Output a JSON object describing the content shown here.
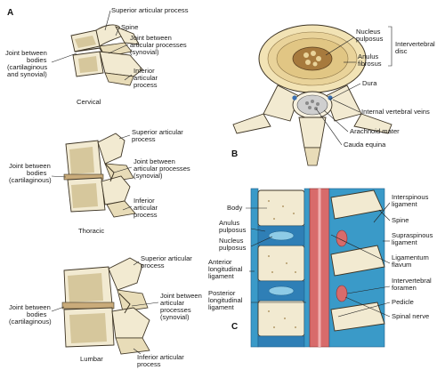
{
  "panels": {
    "a": "A",
    "b": "B",
    "c": "C"
  },
  "cervical": {
    "title": "Cervical",
    "superior": "Superior articular process",
    "spine": "Spine",
    "joint_facet": [
      "Joint between",
      "articular processes",
      "(synovial)"
    ],
    "joint_body": [
      "Joint between",
      "bodies",
      "(cartilaginous",
      "and synovial)"
    ],
    "inferior": [
      "Inferior",
      "articular",
      "process"
    ]
  },
  "thoracic": {
    "title": "Thoracic",
    "superior": [
      "Superior articular",
      "process"
    ],
    "joint_facet": [
      "Joint between",
      "articular processes",
      "(synovial)"
    ],
    "joint_body": [
      "Joint between",
      "bodies",
      "(cartilaginous)"
    ],
    "inferior": [
      "Inferior",
      "articular",
      "process"
    ]
  },
  "lumbar": {
    "title": "Lumbar",
    "superior": [
      "Superior articular",
      "process"
    ],
    "joint_body": [
      "Joint between",
      "bodies",
      "(cartilaginous)"
    ],
    "joint_facet": [
      "Joint between",
      "articular",
      "processes",
      "(synovial)"
    ],
    "inferior": [
      "Inferior articular",
      "process"
    ]
  },
  "panel_b": {
    "nucleus": [
      "Nucleus",
      "pulposus"
    ],
    "anulus": [
      "Anulus",
      "fibrosus"
    ],
    "disc": [
      "Intervertebral",
      "disc"
    ],
    "dura": "Dura",
    "veins": "Internal vertebral veins",
    "arachnoid": "Arachnoid mater",
    "cauda": "Cauda equina"
  },
  "panel_c": {
    "left": {
      "body": "Body",
      "anulus": [
        "Anulus",
        "pulposus"
      ],
      "nucleus": [
        "Nucleus",
        "pulposus"
      ],
      "anterior": [
        "Anterior",
        "longitudinal",
        "ligament"
      ],
      "posterior": [
        "Posterior",
        "longitudinal",
        "ligament"
      ]
    },
    "right": {
      "interspinous": [
        "Interspinous",
        "ligament"
      ],
      "spine": "Spine",
      "supraspinous": [
        "Supraspinous",
        "ligament"
      ],
      "flavum": [
        "Ligamentum",
        "flavum"
      ],
      "foramen": [
        "Intervertebral",
        "foramen"
      ],
      "pedicle": "Pedicle",
      "nerve": "Spinal nerve"
    }
  },
  "colors": {
    "bone": "#f2ead1",
    "nucleus": "#a77a3d",
    "dura": "#d86b6b",
    "ligament_blue": "#3a9ac8",
    "disc_blue": "#2f7fb6"
  }
}
